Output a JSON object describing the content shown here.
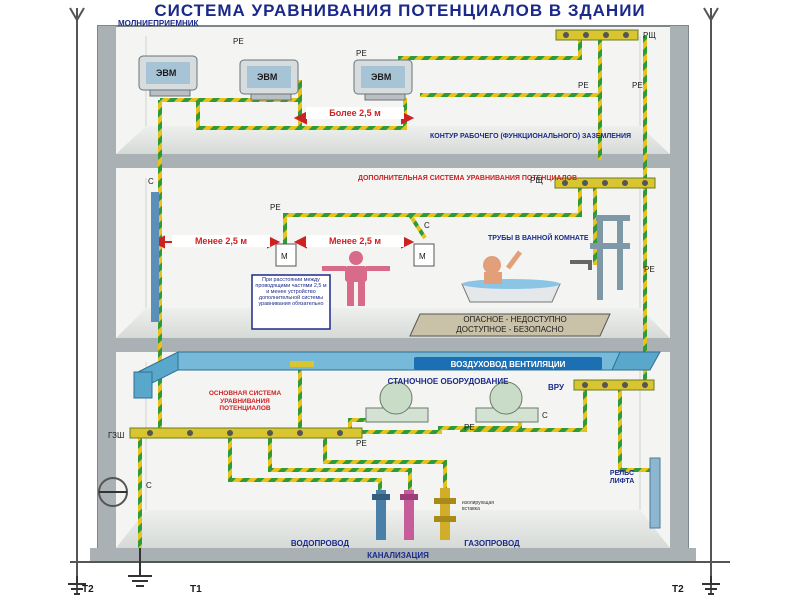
{
  "title": "СИСТЕМА УРАВНИВАНИЯ ПОТЕНЦИАЛОВ В ЗДАНИИ",
  "labels": {
    "lightning_rod": "МОЛНИЕПРИЕМНИК",
    "computer": "ЭВМ",
    "pe": "РЕ",
    "rsh": "РЩ",
    "more_than": "Более 2,5 м",
    "contour": "КОНТУР РАБОЧЕГО (ФУНКЦИОНАЛЬНОГО) ЗАЗЕМЛЕНИЯ",
    "additional_system": "ДОПОЛНИТЕЛЬНАЯ СИСТЕМА УРАВНИВАНИЯ ПОТЕНЦИАЛОВ",
    "less_than": "Менее 2,5 м",
    "m": "М",
    "c": "С",
    "pipes": "ТРУБЫ В ВАННОЙ КОМНАТЕ",
    "note": "При расстоянии между проводящими частями 2,5 м и менее устройство дополнительной системы уравнивания обязательно",
    "dangerous": "ОПАСНОЕ - НЕДОСТУПНО",
    "accessible": "ДОСТУПНОЕ - БЕЗОПАСНО",
    "vent": "ВОЗДУХОВОД ВЕНТИЛЯЦИИ",
    "machines": "СТАНОЧНОЕ ОБОРУДОВАНИЕ",
    "vru": "ВРУ",
    "main_system": "ОСНОВНАЯ СИСТЕМА УРАВНИВАНИЯ ПОТЕНЦИАЛОВ",
    "gzsh": "ГЗШ",
    "rail": "РЕЛЬС ЛИФТА",
    "insulating": "изолирующая вставка",
    "water": "ВОДОПРОВОД",
    "gas": "ГАЗОПРОВОД",
    "sewer": "КАНАЛИЗАЦИЯ",
    "t1": "Т1",
    "t2": "Т2"
  },
  "colors": {
    "title": "#1b2a8a",
    "wall": "#9aa3a8",
    "conductor_green": "#2f9a3a",
    "conductor_yellow": "#e8c21b",
    "pipe_blue": "#4a9fd0",
    "label_red": "#cc2222",
    "pill": "#1d6fb3"
  }
}
